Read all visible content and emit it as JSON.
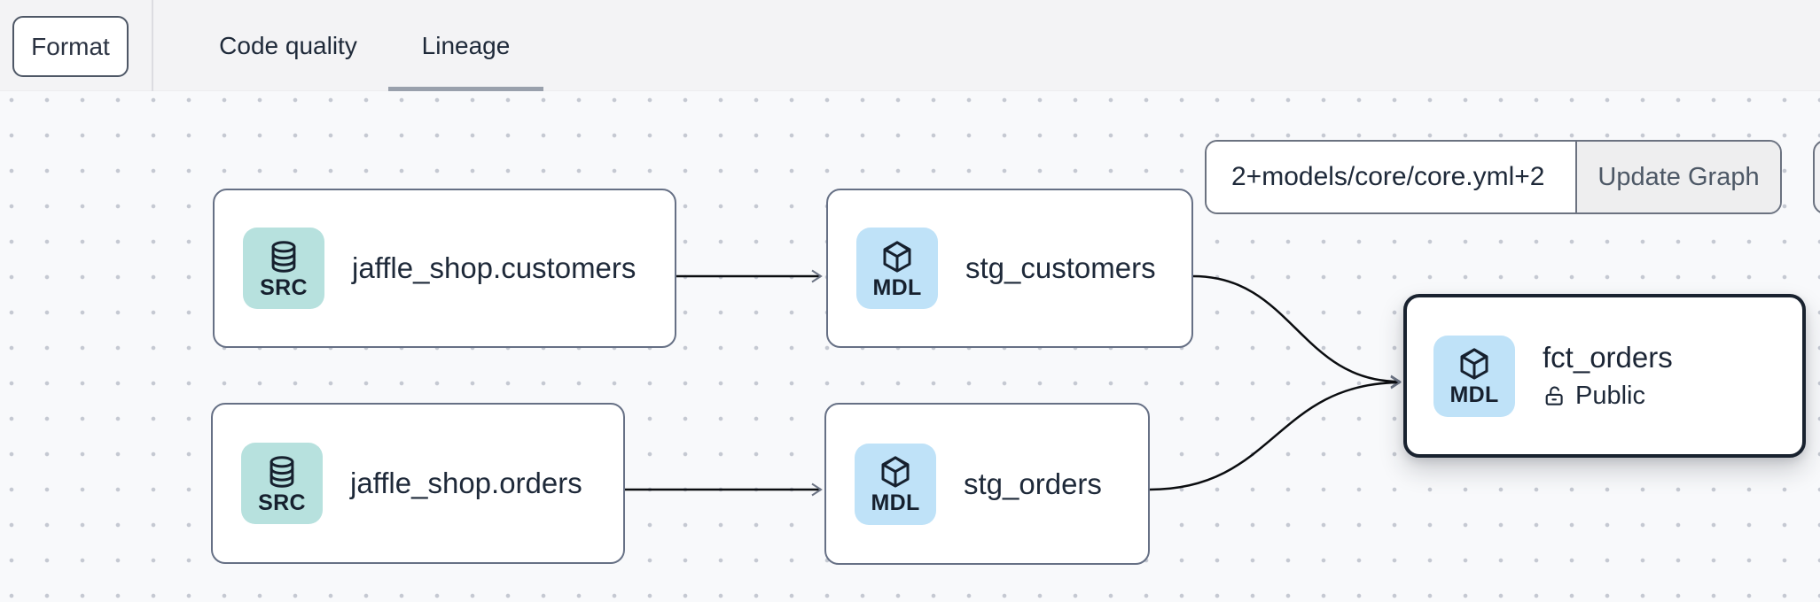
{
  "toolbar": {
    "format_label": "Format"
  },
  "tabs": [
    {
      "label": "Code quality",
      "active": false
    },
    {
      "label": "Lineage",
      "active": true
    }
  ],
  "selector": {
    "value": "2+models/core/core.yml+2",
    "button_label": "Update Graph"
  },
  "nodes": [
    {
      "id": "source-jaffle-shop-customers",
      "badge": "SRC",
      "icon": "database-icon",
      "label": "jaffle_shop.customers"
    },
    {
      "id": "model-stg-customers",
      "badge": "MDL",
      "icon": "cube-icon",
      "label": "stg_customers"
    },
    {
      "id": "source-jaffle-shop-orders",
      "badge": "SRC",
      "icon": "database-icon",
      "label": "jaffle_shop.orders"
    },
    {
      "id": "model-stg-orders",
      "badge": "MDL",
      "icon": "cube-icon",
      "label": "stg_orders"
    },
    {
      "id": "model-fct-orders",
      "badge": "MDL",
      "icon": "cube-icon",
      "label": "fct_orders",
      "access": "Public",
      "selected": true
    }
  ],
  "edges": [
    {
      "from": "source-jaffle-shop-customers",
      "to": "model-stg-customers"
    },
    {
      "from": "source-jaffle-shop-orders",
      "to": "model-stg-orders"
    },
    {
      "from": "model-stg-customers",
      "to": "model-fct-orders"
    },
    {
      "from": "model-stg-orders",
      "to": "model-fct-orders"
    }
  ],
  "colors": {
    "topbar_bg": "#f3f3f5",
    "canvas_bg": "#f8f9fb",
    "dot_grid": "#c5c9d2",
    "node_border": "#667085",
    "selected_node_border": "#19222f",
    "src_badge_bg": "#b7e1de",
    "mdl_badge_bg": "#bfe2f8",
    "edge_stroke": "#0b0d10",
    "arrowhead": "#6c7484",
    "tab_underline": "#99a0ac",
    "text_dark": "#1e2939",
    "button_gray_bg": "#eeeeef"
  }
}
